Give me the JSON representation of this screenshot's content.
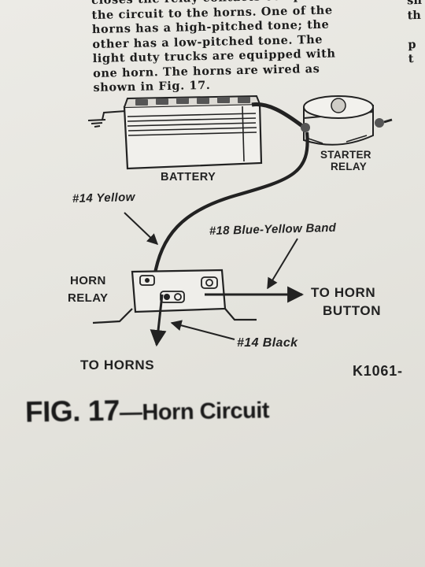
{
  "body_text": {
    "lines": [
      "closes the relay contacts comp",
      "the circuit to the horns. One of the",
      "horns has a high-pitched tone; the",
      "other has a low-pitched tone. The",
      "light duty trucks are equipped with",
      "one horn. The horns are wired as",
      "shown in Fig. 17."
    ],
    "right_column_fragments": [
      "sh",
      "th",
      "",
      "p",
      "t"
    ]
  },
  "diagram": {
    "battery_label": "BATTERY",
    "starter_relay_label_1": "STARTER",
    "starter_relay_label_2": "RELAY",
    "wire_yellow_label": "#14  Yellow",
    "wire_blue_yellow_label": "#18  Blue-Yellow  Band",
    "horn_relay_label_1": "HORN",
    "horn_relay_label_2": "RELAY",
    "to_horn_button_1": "TO HORN",
    "to_horn_button_2": "BUTTON",
    "wire_black_label": "#14  Black",
    "to_horns_label": "TO HORNS",
    "code": "K1061-"
  },
  "figure": {
    "number": "FIG. 17",
    "title": "—Horn Circuit"
  }
}
